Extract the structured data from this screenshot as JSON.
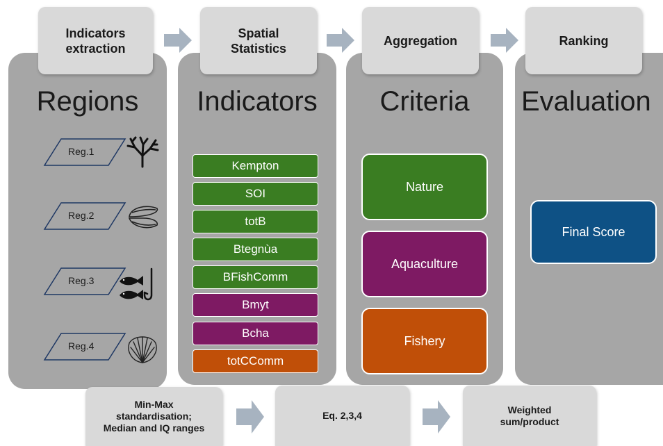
{
  "stages": {
    "top": [
      "Indicators extraction",
      "Spatial Statistics",
      "Aggregation",
      "Ranking"
    ],
    "panels": [
      "Regions",
      "Indicators",
      "Criteria",
      "Evaluation"
    ],
    "bottom": [
      "Min-Max standardisation; Median and IQ ranges",
      "Eq. 2,3,4",
      "Weighted sum/product"
    ]
  },
  "regions": [
    "Reg.1",
    "Reg.2",
    "Reg.3",
    "Reg.4"
  ],
  "indicators": [
    {
      "label": "Kempton",
      "group": "Nature"
    },
    {
      "label": "SOI",
      "group": "Nature"
    },
    {
      "label": "totB",
      "group": "Nature"
    },
    {
      "label": "Btegnùa",
      "group": "Nature"
    },
    {
      "label": "BFishComm",
      "group": "Nature"
    },
    {
      "label": "Bmyt",
      "group": "Aquaculture"
    },
    {
      "label": "Bcha",
      "group": "Aquaculture"
    },
    {
      "label": "totCComm",
      "group": "Fishery"
    }
  ],
  "criteria": [
    "Nature",
    "Aquaculture",
    "Fishery"
  ],
  "evaluation": "Final Score",
  "colors": {
    "nature": "#3a7d22",
    "aquaculture": "#7e1a63",
    "fishery": "#c04f08",
    "final": "#0e5185",
    "panel": "#a6a6a6",
    "box": "#d9d9d9",
    "arrow": "#a7b3c0"
  },
  "icons": [
    "coral-icon",
    "mussel-icon",
    "fish-hook-icon",
    "scallop-icon"
  ]
}
